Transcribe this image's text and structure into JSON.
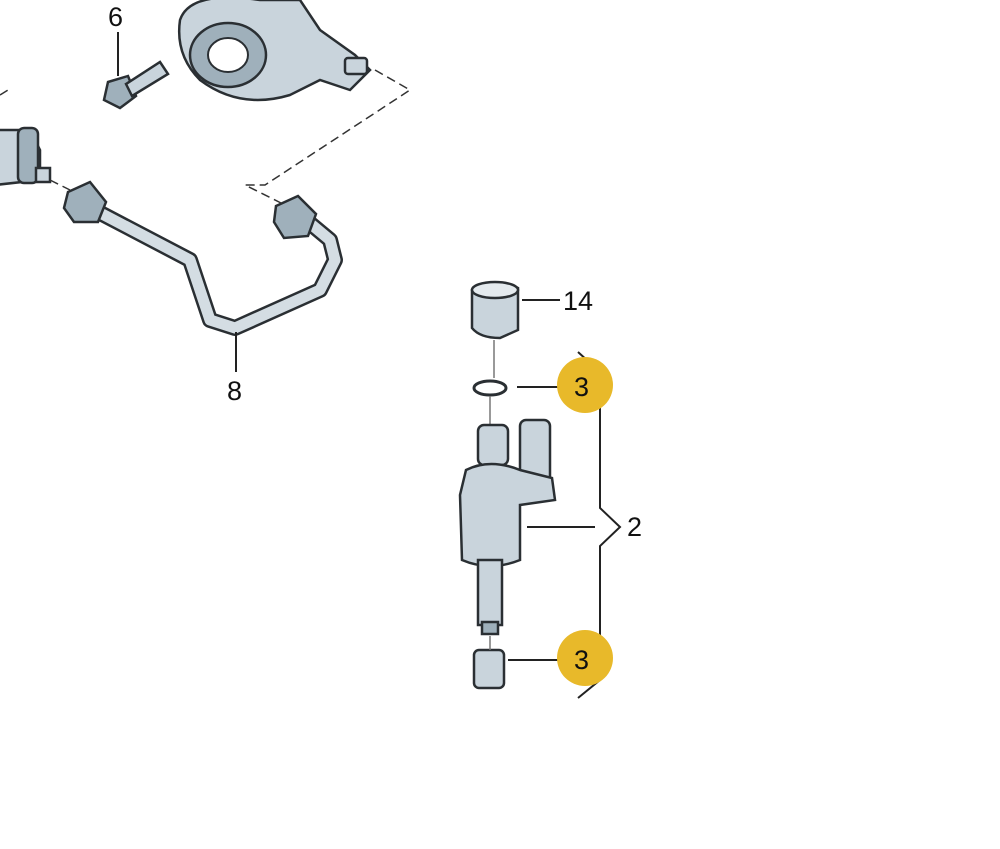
{
  "diagram": {
    "callouts": [
      {
        "id": "callout-6",
        "text": "6",
        "highlighted": false
      },
      {
        "id": "callout-8",
        "text": "8",
        "highlighted": false
      },
      {
        "id": "callout-14",
        "text": "14",
        "highlighted": false
      },
      {
        "id": "callout-3-top",
        "text": "3",
        "highlighted": true
      },
      {
        "id": "callout-2",
        "text": "2",
        "highlighted": false
      },
      {
        "id": "callout-3-bottom",
        "text": "3",
        "highlighted": true
      }
    ],
    "highlight_color": "#e8b92a"
  }
}
